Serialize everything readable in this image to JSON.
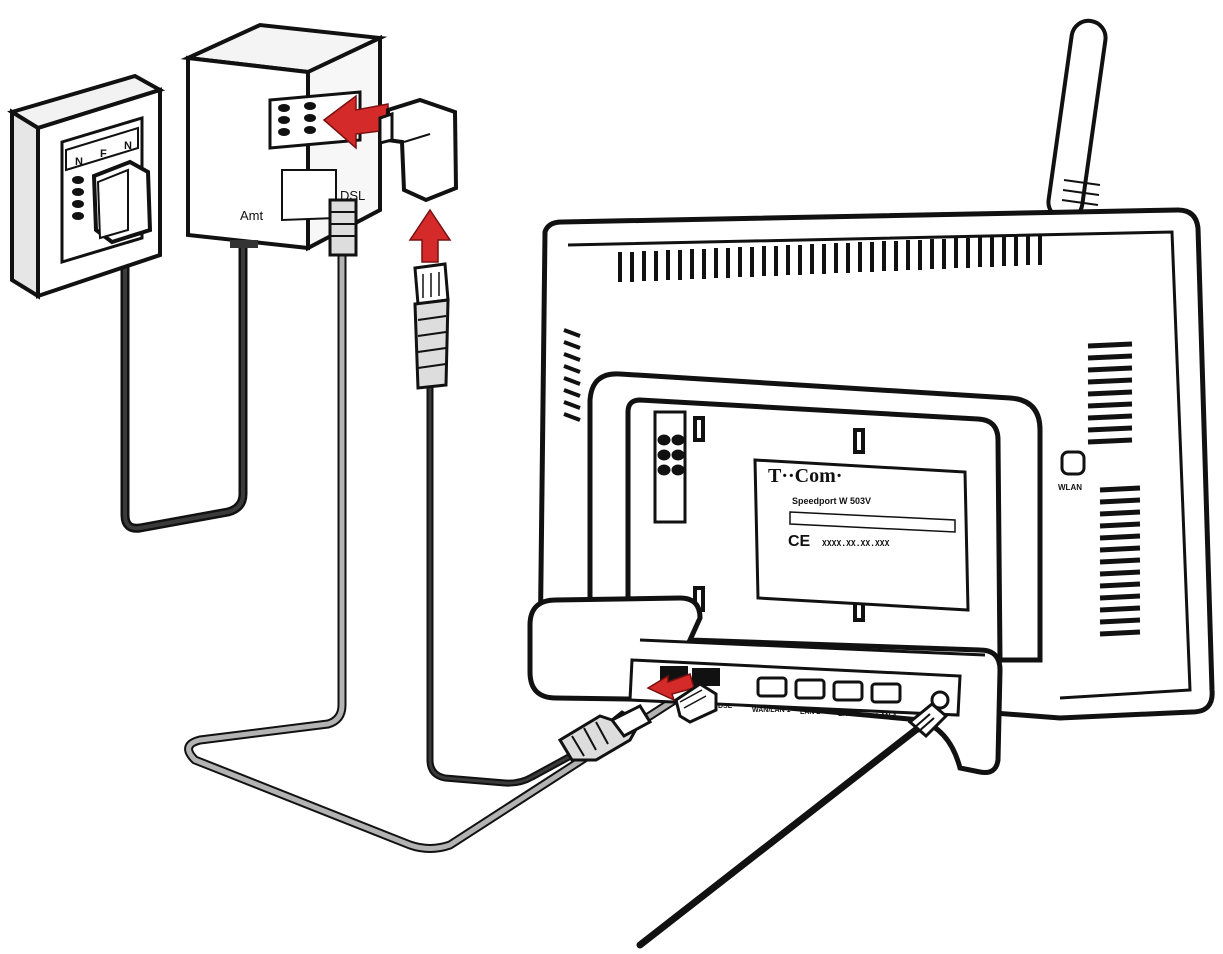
{
  "colors": {
    "outline": "#111111",
    "device": "#ffffff",
    "cable_dark": "#1a1a1a",
    "cable_grey": "#9a9a9a",
    "arrow": "#d42a2a"
  },
  "wall_socket": {
    "slot_labels": [
      "N",
      "F",
      "N"
    ]
  },
  "splitter": {
    "side_label_left": "Amt",
    "side_label_right": "DSL"
  },
  "router": {
    "brand": "T··Com·",
    "model": "Speedport W 503V",
    "ce_mark": "CE",
    "serial": "XXXX.XX.XX.XXX",
    "wlan_label": "WLAN",
    "ports": [
      {
        "label": "DSL"
      },
      {
        "label": "WAN/LAN 1"
      },
      {
        "label": "LAN 2"
      },
      {
        "label": "LAN 3"
      },
      {
        "label": "LAN 4"
      }
    ]
  },
  "icons": [
    "wall-socket-icon",
    "splitter-icon",
    "router-icon",
    "antenna-icon",
    "rj45-plug-icon",
    "tae-plug-icon",
    "power-plug-icon",
    "red-arrow-icon"
  ]
}
